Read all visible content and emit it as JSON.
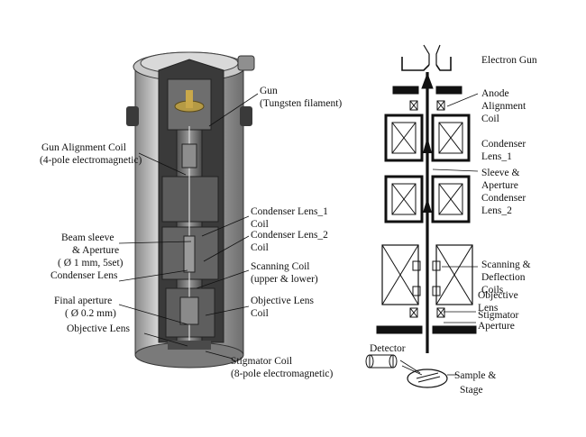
{
  "left_labels": {
    "gun": "Gun",
    "gun_sub": "(Tungsten filament)",
    "gun_alignment_coil": "Gun Alignment Coil",
    "gun_alignment_sub": "(4-pole electromagnetic)",
    "condenser_lens_1": "Condenser Lens_1",
    "coil_1": "Coil",
    "condenser_lens_2": "Condenser Lens_2",
    "coil_2": "Coil",
    "beam_sleeve": "Beam sleeve",
    "beam_sleeve_aperture": "& Aperture",
    "beam_sleeve_sub": "( Ø 1 mm, 5set)",
    "condenser_lens": "Condenser Lens",
    "scanning_coil": "Scanning Coil",
    "scanning_sub": "(upper & lower)",
    "final_aperture": "Final aperture",
    "final_aperture_sub": "( Ø 0.2 mm)",
    "objective_lens_coil": "Objective Lens",
    "objective_coil": "Coil",
    "objective_lens": "Objective Lens",
    "stigmator_coil": "Stigmator Coil",
    "stigmator_sub": "(8-pole electromagnetic)"
  },
  "right_labels": {
    "electron_gun": "Electron Gun",
    "anode": "Anode",
    "alignment": "Alignment",
    "alignment_coil": "Coil",
    "condenser_1a": "Condenser",
    "condenser_1b": "Lens_1",
    "sleeve": "Sleeve &",
    "aperture": "Aperture",
    "condenser_2a": "Condenser",
    "condenser_2b": "Lens_2",
    "scanning": "Scanning &",
    "deflection": "Deflection",
    "coils": "Coils",
    "objective": "Objective",
    "lens": "Lens",
    "stigmator": "Stigmator",
    "aperture_2": "Aperture",
    "detector": "Detector",
    "sample": "Sample &",
    "stage": "Stage"
  }
}
